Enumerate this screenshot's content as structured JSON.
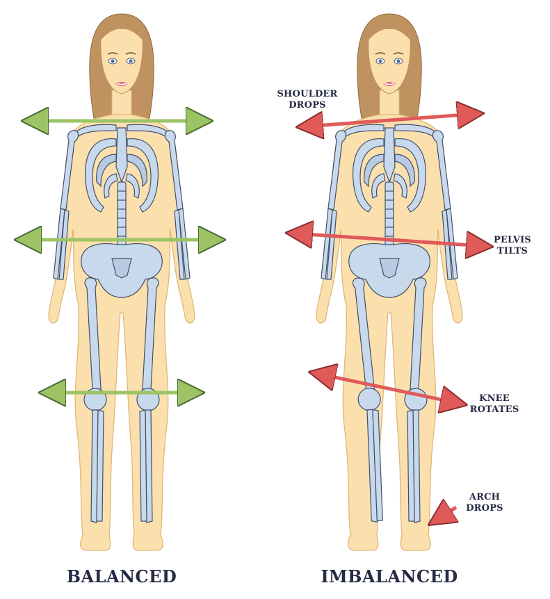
{
  "figures": [
    {
      "id": "balanced",
      "title": "BALANCED"
    },
    {
      "id": "imbalanced",
      "title": "IMBALANCED"
    }
  ],
  "annotations": {
    "shoulder": [
      "SHOULDER",
      "DROPS"
    ],
    "pelvis": [
      "PELVIS",
      "TILTS"
    ],
    "knee": [
      "KNEE",
      "ROTATES"
    ],
    "arch": [
      "ARCH",
      "DROPS"
    ]
  },
  "colors": {
    "skin": "#fbe0ae",
    "skin_outline": "#e0b678",
    "hair": "#c0925f",
    "bone": "#c9d9ec",
    "bone_outline": "#3f4f6b",
    "bone_highlight": "#c79aa2",
    "arrow_balanced": "#9cc464",
    "arrow_imbalanced": "#e05a5a",
    "text": "#262a44"
  }
}
